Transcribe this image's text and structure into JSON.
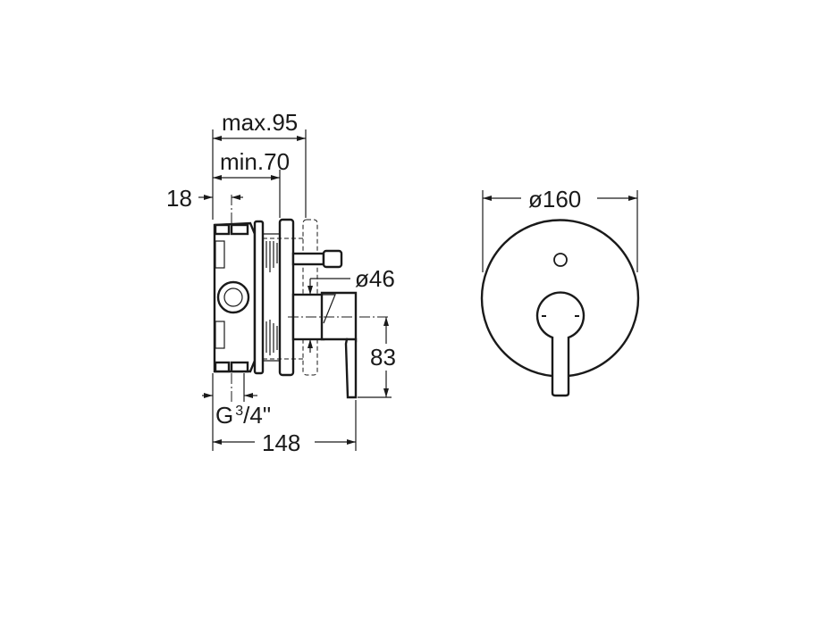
{
  "side_view": {
    "dim_max": "max.95",
    "dim_min": "min.70",
    "dim_offset": "18",
    "dim_diameter_cartridge": "ø46",
    "dim_height": "83",
    "thread_prefix": "G",
    "thread_sup": "3",
    "thread_sub": "/4\"",
    "dim_total": "148"
  },
  "front_view": {
    "dim_diameter_plate": "ø160"
  },
  "colors": {
    "line": "#1a1a1a",
    "background": "#ffffff"
  }
}
